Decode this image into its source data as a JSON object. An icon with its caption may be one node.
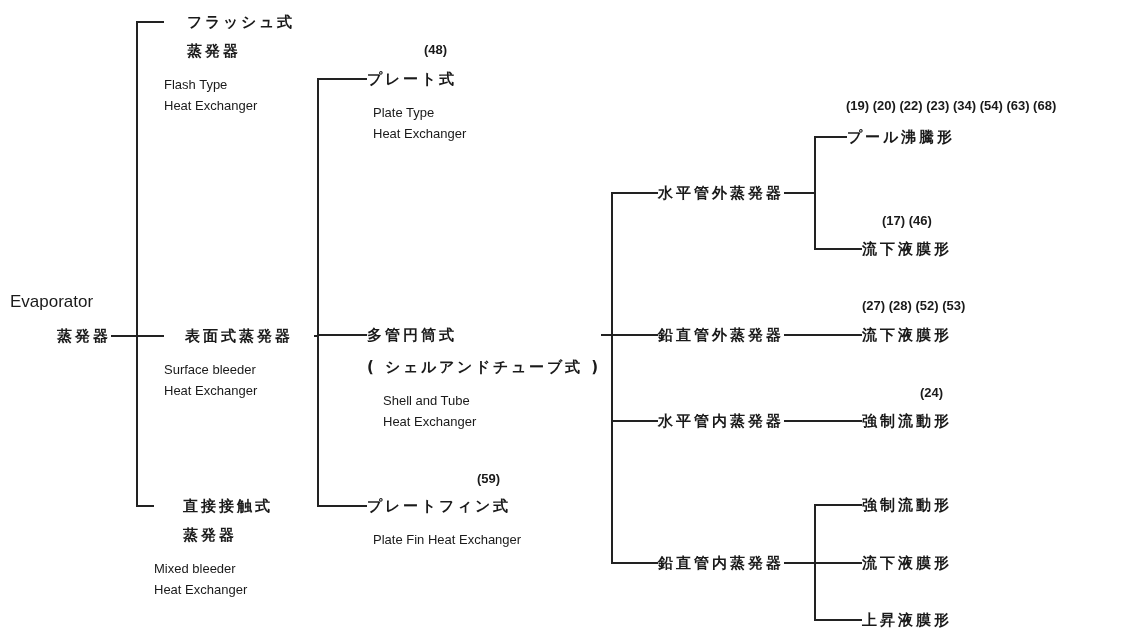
{
  "diagram": {
    "nodes": [
      {
        "text": [
          "蒸発器"
        ],
        "beside": [
          "Evaporator"
        ]
      },
      {
        "text": [
          "フラッシュ式蒸発器",
          "Flash Type Heat Exchanger"
        ]
      },
      {
        "text": [
          "表面式蒸発器",
          "Surface bleeder Heat Exchanger"
        ]
      },
      {
        "text": [
          "直接接触式蒸発器",
          "Mixed bleeder Heat Exchanger"
        ]
      },
      {
        "text": [
          "プレート式",
          "Plate Type Heat Exchanger"
        ],
        "beside": [
          "(48)"
        ]
      },
      {
        "text": [
          "多管円筒式",
          "( シェルアンドチューブ式 )",
          "Shell and Tube Heat Exchanger"
        ]
      },
      {
        "text": [
          "プレートフィン式",
          "Plate Fin Heat Exchanger"
        ],
        "beside": [
          "(59)"
        ]
      },
      {
        "text": [
          "水平管外蒸発器"
        ]
      },
      {
        "text": [
          "鉛直管外蒸発器"
        ]
      },
      {
        "text": [
          "水平管内蒸発器"
        ]
      },
      {
        "text": [
          "鉛直管内蒸発器"
        ]
      },
      {
        "text": [
          "プール沸騰形"
        ],
        "beside": [
          "(19) (20) (22) (23) (34) (54) (63) (68)"
        ]
      },
      {
        "text": [
          "流下液膜形"
        ],
        "beside": [
          "(17) (46)"
        ]
      },
      {
        "text": [
          "流下液膜形"
        ],
        "beside": [
          "(27) (28) (52) (53)"
        ]
      },
      {
        "text": [
          "強制流動形"
        ],
        "beside": [
          "(24)"
        ]
      },
      {
        "text": [
          "強制流動形"
        ]
      },
      {
        "text": [
          "流下液膜形"
        ]
      },
      {
        "text": [
          "上昇液膜形"
        ]
      }
    ],
    "edges": [
      {
        "from": 0,
        "to": 1,
        "arrow": "none"
      },
      {
        "from": 0,
        "to": 2,
        "arrow": "none"
      },
      {
        "from": 0,
        "to": 3,
        "arrow": "none"
      },
      {
        "from": 2,
        "to": 4,
        "arrow": "none"
      },
      {
        "from": 2,
        "to": 5,
        "arrow": "none"
      },
      {
        "from": 2,
        "to": 6,
        "arrow": "none"
      },
      {
        "from": 5,
        "to": 7,
        "arrow": "none"
      },
      {
        "from": 5,
        "to": 8,
        "arrow": "none"
      },
      {
        "from": 5,
        "to": 9,
        "arrow": "none"
      },
      {
        "from": 5,
        "to": 10,
        "arrow": "none"
      },
      {
        "from": 7,
        "to": 11,
        "arrow": "none"
      },
      {
        "from": 7,
        "to": 12,
        "arrow": "none"
      },
      {
        "from": 8,
        "to": 13,
        "arrow": "none"
      },
      {
        "from": 9,
        "to": 14,
        "arrow": "none"
      },
      {
        "from": 10,
        "to": 15,
        "arrow": "none"
      },
      {
        "from": 10,
        "to": 16,
        "arrow": "none"
      },
      {
        "from": 10,
        "to": 17,
        "arrow": "none"
      }
    ]
  }
}
